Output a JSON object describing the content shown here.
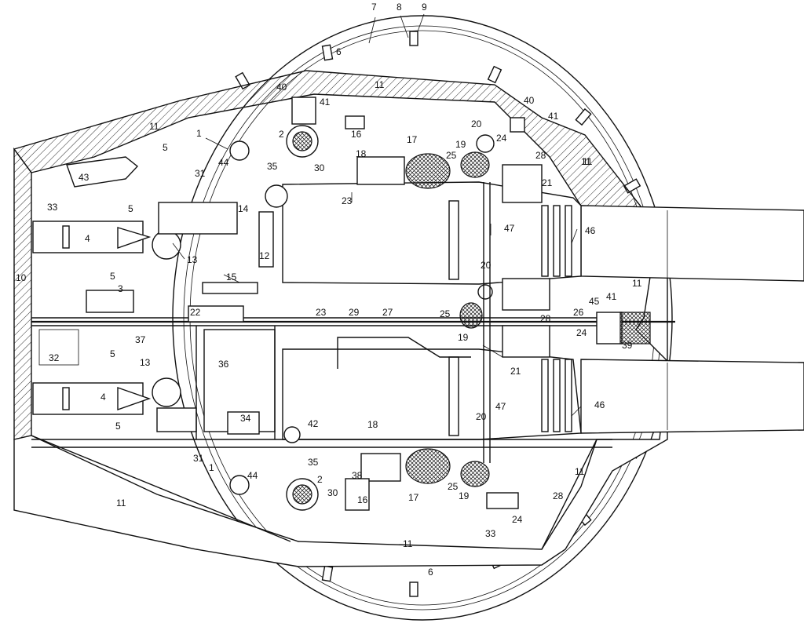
{
  "diagram": {
    "labels": [
      {
        "id": "l7",
        "text": "7"
      },
      {
        "id": "l8",
        "text": "8"
      },
      {
        "id": "l9",
        "text": "9"
      },
      {
        "id": "l6a",
        "text": "6"
      },
      {
        "id": "l11a",
        "text": "11"
      },
      {
        "id": "l40a",
        "text": "40"
      },
      {
        "id": "l41a",
        "text": "41"
      },
      {
        "id": "l16a",
        "text": "16"
      },
      {
        "id": "l2a",
        "text": "2"
      },
      {
        "id": "l1a",
        "text": "1"
      },
      {
        "id": "l11b",
        "text": "11"
      },
      {
        "id": "l5a",
        "text": "5"
      },
      {
        "id": "l44a",
        "text": "44"
      },
      {
        "id": "l31a",
        "text": "31"
      },
      {
        "id": "l43",
        "text": "43"
      },
      {
        "id": "l35a",
        "text": "35"
      },
      {
        "id": "l30a",
        "text": "30"
      },
      {
        "id": "l18a",
        "text": "18"
      },
      {
        "id": "l17a",
        "text": "17"
      },
      {
        "id": "l25a",
        "text": "25"
      },
      {
        "id": "l19a",
        "text": "19"
      },
      {
        "id": "l20a",
        "text": "20"
      },
      {
        "id": "l24a",
        "text": "24"
      },
      {
        "id": "l28a",
        "text": "28"
      },
      {
        "id": "l40b",
        "text": "40"
      },
      {
        "id": "l41b",
        "text": "41"
      },
      {
        "id": "l11c",
        "text": "11"
      },
      {
        "id": "l21a",
        "text": "21"
      },
      {
        "id": "l33a",
        "text": "33"
      },
      {
        "id": "l5b",
        "text": "5"
      },
      {
        "id": "l14",
        "text": "14"
      },
      {
        "id": "l23a",
        "text": "23"
      },
      {
        "id": "l4a",
        "text": "4"
      },
      {
        "id": "l13a",
        "text": "13"
      },
      {
        "id": "l12",
        "text": "12"
      },
      {
        "id": "l47a",
        "text": "47"
      },
      {
        "id": "l46a",
        "text": "46"
      },
      {
        "id": "l10",
        "text": "10"
      },
      {
        "id": "l5c",
        "text": "5"
      },
      {
        "id": "l3",
        "text": "3"
      },
      {
        "id": "l15",
        "text": "15"
      },
      {
        "id": "l20b",
        "text": "20"
      },
      {
        "id": "l11d",
        "text": "11"
      },
      {
        "id": "l41c",
        "text": "41"
      },
      {
        "id": "l45",
        "text": "45"
      },
      {
        "id": "l22",
        "text": "22"
      },
      {
        "id": "l23b",
        "text": "23"
      },
      {
        "id": "l29",
        "text": "29"
      },
      {
        "id": "l27",
        "text": "27"
      },
      {
        "id": "l25b",
        "text": "25"
      },
      {
        "id": "l28b",
        "text": "28"
      },
      {
        "id": "l26",
        "text": "26"
      },
      {
        "id": "l19b",
        "text": "19"
      },
      {
        "id": "l24b",
        "text": "24"
      },
      {
        "id": "l39",
        "text": "39"
      },
      {
        "id": "l37",
        "text": "37"
      },
      {
        "id": "l32",
        "text": "32"
      },
      {
        "id": "l5d",
        "text": "5"
      },
      {
        "id": "l13b",
        "text": "13"
      },
      {
        "id": "l36",
        "text": "36"
      },
      {
        "id": "l21b",
        "text": "21"
      },
      {
        "id": "l4b",
        "text": "4"
      },
      {
        "id": "l20c",
        "text": "20"
      },
      {
        "id": "l47b",
        "text": "47"
      },
      {
        "id": "l46b",
        "text": "46"
      },
      {
        "id": "l5e",
        "text": "5"
      },
      {
        "id": "l34",
        "text": "34"
      },
      {
        "id": "l42",
        "text": "42"
      },
      {
        "id": "l18b",
        "text": "18"
      },
      {
        "id": "l11e",
        "text": "11"
      },
      {
        "id": "l31b",
        "text": "31"
      },
      {
        "id": "l1b",
        "text": "1"
      },
      {
        "id": "l44b",
        "text": "44"
      },
      {
        "id": "l35b",
        "text": "35"
      },
      {
        "id": "l2b",
        "text": "2"
      },
      {
        "id": "l38",
        "text": "38"
      },
      {
        "id": "l30b",
        "text": "30"
      },
      {
        "id": "l16b",
        "text": "16"
      },
      {
        "id": "l17b",
        "text": "17"
      },
      {
        "id": "l25c",
        "text": "25"
      },
      {
        "id": "l19c",
        "text": "19"
      },
      {
        "id": "l28c",
        "text": "28"
      },
      {
        "id": "l11f",
        "text": "11"
      },
      {
        "id": "l11g",
        "text": "11"
      },
      {
        "id": "l11h",
        "text": "11"
      },
      {
        "id": "l24c",
        "text": "24"
      },
      {
        "id": "l33b",
        "text": "33"
      },
      {
        "id": "l6b",
        "text": "6"
      }
    ]
  }
}
